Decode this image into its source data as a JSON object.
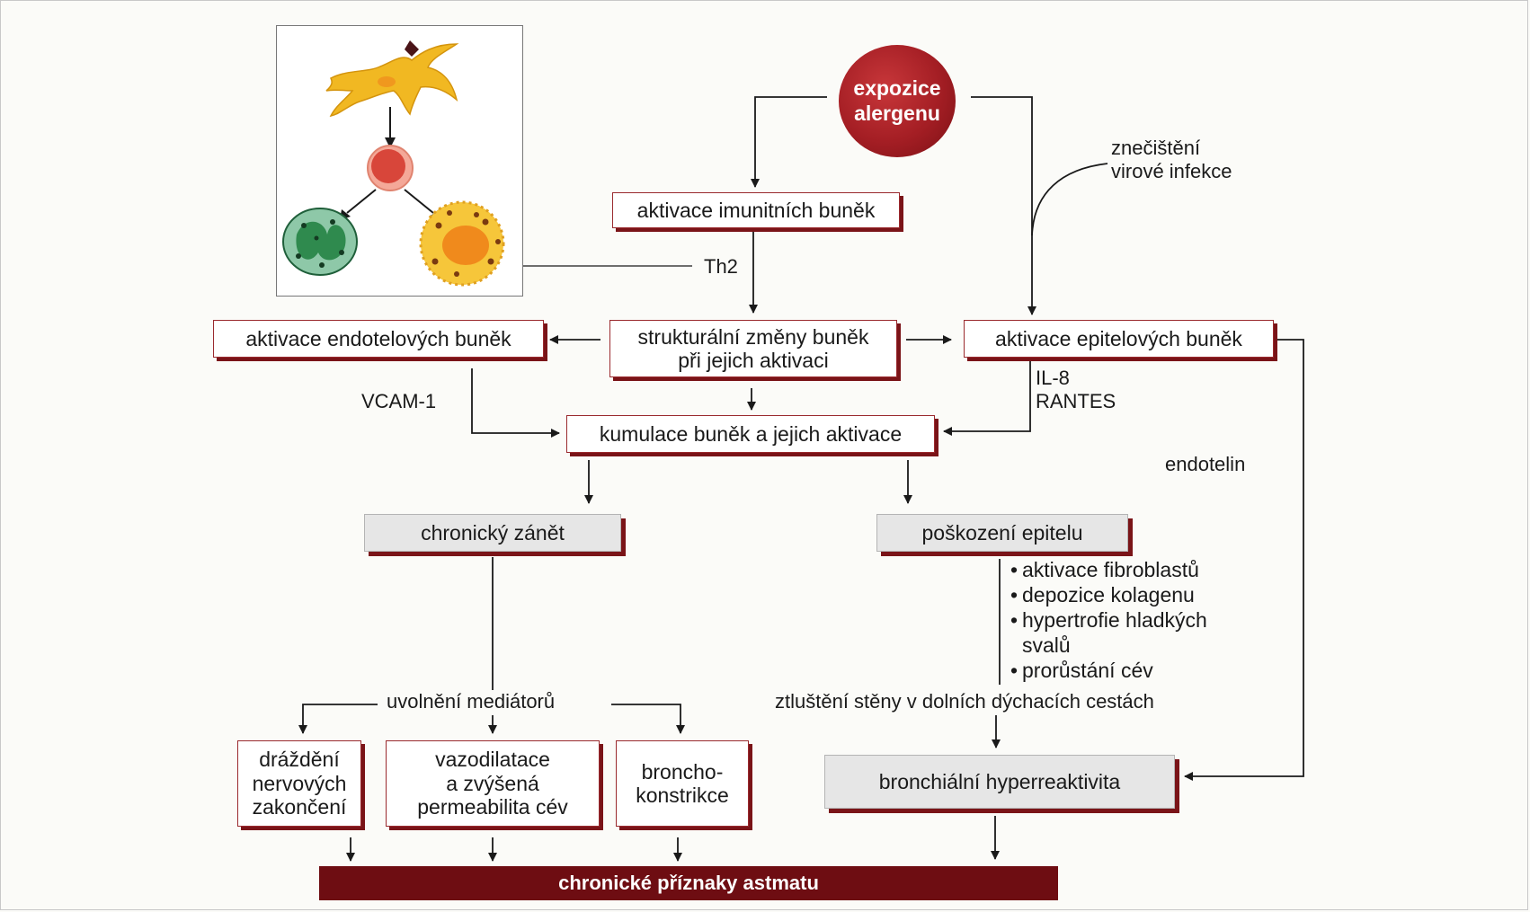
{
  "diagram": {
    "allergen": "expozice\nalergenu",
    "pollution": "znečištění\nvirové infekce",
    "immune_activation": "aktivace imunitních buněk",
    "th2": "Th2",
    "structural_changes": "strukturální změny buněk\npři jejich aktivaci",
    "endothelial_activation": "aktivace endotelových buněk",
    "epithelial_activation": "aktivace epitelových buněk",
    "vcam": "VCAM-1",
    "il8_rantes": "IL-8\nRANTES",
    "cumulation": "kumulace buněk a jejich aktivace",
    "endothelin": "endotelin",
    "chronic_inflammation": "chronický zánět",
    "epithelial_damage": "poškození epitelu",
    "remodeling_items": [
      "aktivace fibroblastů",
      "depozice kolagenu",
      "hypertrofie hladkých\nsvalů",
      "prorůstání cév"
    ],
    "mediator_release": "uvolnění mediátorů",
    "wall_thickening": "ztluštění stěny v dolních dýchacích cestách",
    "nerve_irritation": "dráždění\nnervových\nzakončení",
    "vasodilation": "vazodilatace\na zvýšená\npermeabilita cév",
    "bronchoconstriction": "broncho-\nkonstrikce",
    "bronchial_hyperreactivity": "bronchiální hyperreaktivita",
    "chronic_symptoms": "chronické příznaky astmatu"
  },
  "colors": {
    "accent_dark_red": "#6e0d12",
    "allergen_red": "#a41e24",
    "box_border": "#9a2a2e",
    "dendritic_cell": "#f1b822",
    "lymphocyte": "#e8715a",
    "eosinophil": "#f08a1c",
    "basophil": "#2f8a4e"
  },
  "icons": [
    "dendritic-cell-icon",
    "lymphocyte-icon",
    "basophil-icon",
    "eosinophil-icon"
  ]
}
